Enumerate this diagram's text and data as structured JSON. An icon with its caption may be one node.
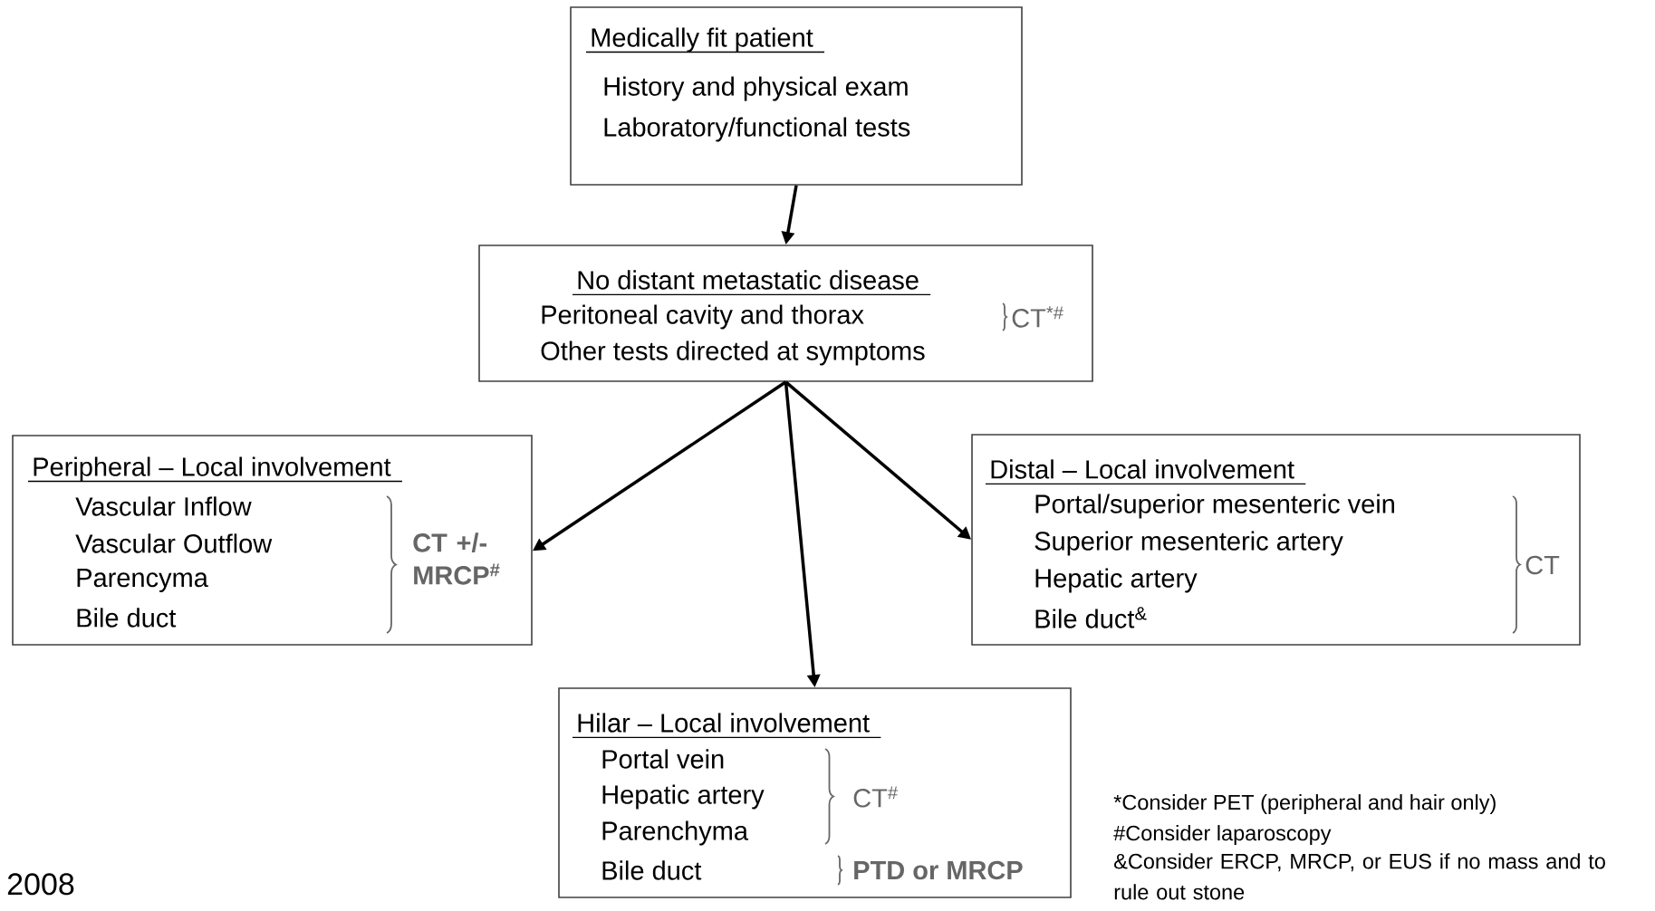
{
  "diagram": {
    "nodes": [
      {
        "text": [
          "Medically fit patient",
          "History and physical exam",
          "Laboratory/functional tests"
        ]
      },
      {
        "text": [
          "No distant metastatic disease",
          "Peritoneal cavity and thorax",
          "CT$^{*#}$",
          "Other tests directed at symptoms"
        ]
      },
      {
        "text": [
          "Peripheral – Local involvement",
          "Vascular Inflow",
          "Vascular Outflow",
          "Parencyma",
          "Bile duct",
          "CT +/- MRCP$^{#}$"
        ]
      },
      {
        "text": [
          "Distal – Local involvement",
          "Portal/superior mesenteric vein",
          "Superior mesenteric artery",
          "Hepatic artery",
          "Bile duct$^{&}$",
          "CT"
        ]
      },
      {
        "text": [
          "Hilar – Local involvement",
          "Portal vein",
          "Hepatic artery",
          "CT$^{#}$",
          "Parenchyma",
          "Bile duct",
          "PTD or MRCP"
        ]
      }
    ],
    "edges": [
      {
        "from": 0,
        "to": 1,
        "arrow": "to"
      },
      {
        "from": 1,
        "to": 2,
        "arrow": "to"
      },
      {
        "from": 1,
        "to": 4,
        "arrow": "to"
      },
      {
        "from": 1,
        "to": 3,
        "arrow": "to"
      }
    ],
    "labels": [
      "*Consider PET (peripheral and hair only)",
      "#Consider laparoscopy",
      "&Consider ERCP, MRCP, or EUS if no mass and to rule out stone",
      "2008"
    ]
  }
}
